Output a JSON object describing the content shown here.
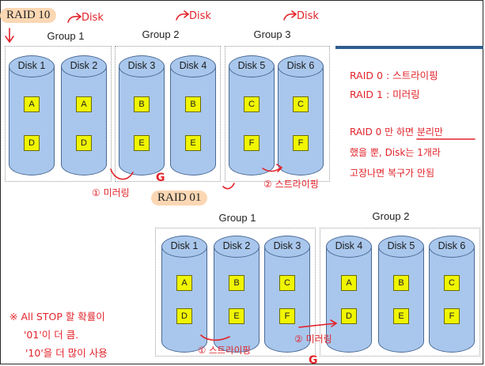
{
  "raid10": {
    "label": "RAID 10",
    "groups": [
      {
        "label": "Group 1",
        "note": "Disk",
        "disks": [
          {
            "name": "Disk 1",
            "blocks": [
              "A",
              "D"
            ]
          },
          {
            "name": "Disk 2",
            "blocks": [
              "A",
              "D"
            ]
          }
        ]
      },
      {
        "label": "Group 2",
        "note": "Disk",
        "disks": [
          {
            "name": "Disk 3",
            "blocks": [
              "B",
              "E"
            ]
          },
          {
            "name": "Disk 4",
            "blocks": [
              "B",
              "E"
            ]
          }
        ]
      },
      {
        "label": "Group 3",
        "note": "Disk",
        "disks": [
          {
            "name": "Disk 5",
            "blocks": [
              "C",
              "F"
            ]
          },
          {
            "name": "Disk 6",
            "blocks": [
              "C",
              "F"
            ]
          }
        ]
      }
    ],
    "annotation_mirroring": "① 미러링",
    "annotation_striping": "② 스트라이핑"
  },
  "raid01": {
    "label": "RAID 01",
    "groups": [
      {
        "label": "Group 1",
        "disks": [
          {
            "name": "Disk 1",
            "blocks": [
              "A",
              "D"
            ]
          },
          {
            "name": "Disk 2",
            "blocks": [
              "B",
              "E"
            ]
          },
          {
            "name": "Disk 3",
            "blocks": [
              "C",
              "F"
            ]
          }
        ]
      },
      {
        "label": "Group 2",
        "disks": [
          {
            "name": "Disk 4",
            "blocks": [
              "A",
              "D"
            ]
          },
          {
            "name": "Disk 5",
            "blocks": [
              "B",
              "E"
            ]
          },
          {
            "name": "Disk 6",
            "blocks": [
              "C",
              "F"
            ]
          }
        ]
      }
    ],
    "annotation_striping": "① 스트라이핑",
    "annotation_mirroring": "② 미러링"
  },
  "notes": {
    "raid0": "RAID 0 : 스트라이핑",
    "raid1": "RAID 1 : 미러링",
    "raid0_warning": [
      "RAID 0 만 하면 분리만",
      "했을 뿐, Disk는 1개라",
      "고장나면 복구가 안됨"
    ],
    "bottom": [
      "※ All STOP 할 확률이",
      "'01'이 더 큼.",
      "'10'을 더 많이 사용"
    ]
  },
  "colors": {
    "disk_fill": "#a9c7ec",
    "block_fill": "#f0f500",
    "tag_fill": "#fbd7b3",
    "ink": "#e2232a",
    "accent_bar": "#2f5d8c"
  }
}
